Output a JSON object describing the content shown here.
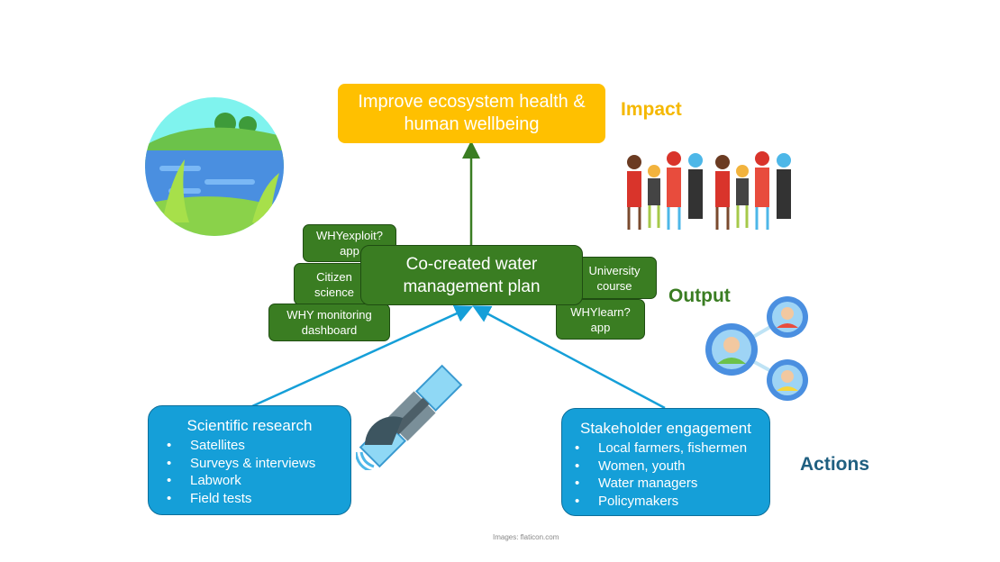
{
  "impact": {
    "box": "Improve ecosystem health & human wellbeing",
    "label": "Impact"
  },
  "output": {
    "main": "Co-created water management plan",
    "label": "Output",
    "items": [
      "WHYexploit? app",
      "Citizen science",
      "WHY monitoring dashboard",
      "University course",
      "WHYlearn? app"
    ]
  },
  "actions": {
    "label": "Actions",
    "scientific": {
      "title": "Scientific research",
      "items": [
        "Satellites",
        "Surveys & interviews",
        "Labwork",
        "Field tests"
      ]
    },
    "stakeholder": {
      "title": "Stakeholder engagement",
      "items": [
        "Local farmers, fishermen",
        "Women, youth",
        "Water managers",
        "Policymakers"
      ]
    }
  },
  "credit": "Images: flaticon.com",
  "colors": {
    "impact": "#FFC000",
    "output": "#3A7D22",
    "actions_box": "#159FD8",
    "actions_label": "#1F5F80"
  }
}
